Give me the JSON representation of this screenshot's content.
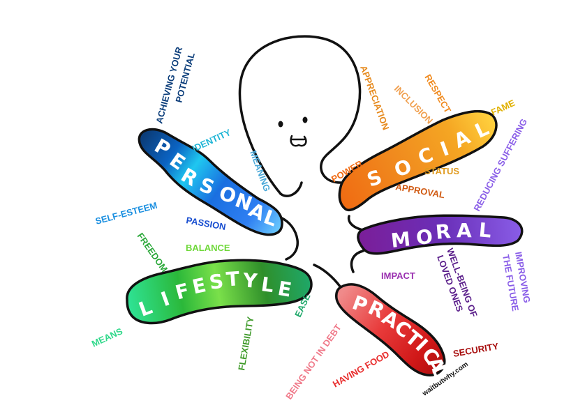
{
  "arms": {
    "personal": {
      "letters": [
        "P",
        "E",
        "R",
        "S",
        "O",
        "N",
        "A",
        "L"
      ]
    },
    "social": {
      "letters": [
        "S",
        "O",
        "C",
        "I",
        "A",
        "L"
      ]
    },
    "moral": {
      "letters": [
        "M",
        "O",
        "R",
        "A",
        "L"
      ]
    },
    "lifestyle": {
      "letters": [
        "L",
        "I",
        "F",
        "E",
        "S",
        "T",
        "Y",
        "L",
        "E"
      ]
    },
    "practical": {
      "letters": [
        "P",
        "R",
        "A",
        "C",
        "T",
        "I",
        "C",
        "A",
        "L"
      ]
    }
  },
  "labels": {
    "achieving_1": "ACHIEVING YOUR",
    "achieving_2": "POTENTIAL",
    "identity": "IDENTITY",
    "meaning": "MEANING",
    "self_esteem": "SELF-ESTEEM",
    "passion": "PASSION",
    "freedom": "FREEDOM",
    "balance": "BALANCE",
    "means": "MEANS",
    "flexibility": "FLEXIBILITY",
    "ease": "EASE",
    "appreciation": "APPRECIATION",
    "inclusion": "INCLUSION",
    "respect": "RESPECT",
    "fame": "FAME",
    "power": "POWER",
    "status": "STATUS",
    "approval": "APPROVAL",
    "reducing_suffering": "REDUCING SUFFERING",
    "impact": "IMPACT",
    "wellbeing_1": "WELL-BEING OF",
    "wellbeing_2": "LOVED ONES",
    "improving_1": "IMPROVING",
    "improving_2": "THE FUTURE",
    "being_not_in_debt": "BEING NOT IN DEBT",
    "having_food": "HAVING FOOD",
    "security": "SECURITY"
  },
  "brand": "waitbutwhy.com"
}
